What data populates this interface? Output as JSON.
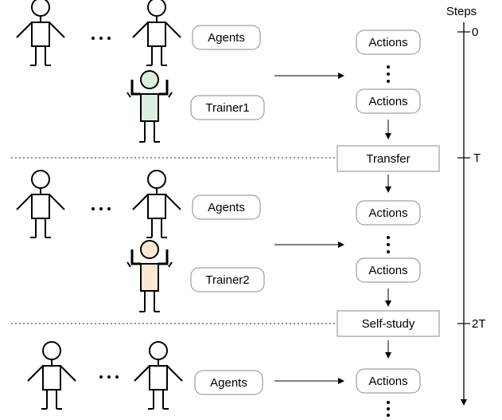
{
  "axis": {
    "title": "Steps",
    "ticks": [
      "0",
      "T",
      "2T"
    ]
  },
  "labels": {
    "agents": "Agents",
    "trainer1": "Trainer1",
    "trainer2": "Trainer2",
    "actions": "Actions",
    "transfer": "Transfer",
    "self_study": "Self-study"
  },
  "colors": {
    "trainer1_fill": "#dbeee2",
    "trainer2_fill": "#fbe8d3",
    "stroke": "#000000",
    "box_stroke": "#8a8a8a",
    "divider": "#555555"
  }
}
